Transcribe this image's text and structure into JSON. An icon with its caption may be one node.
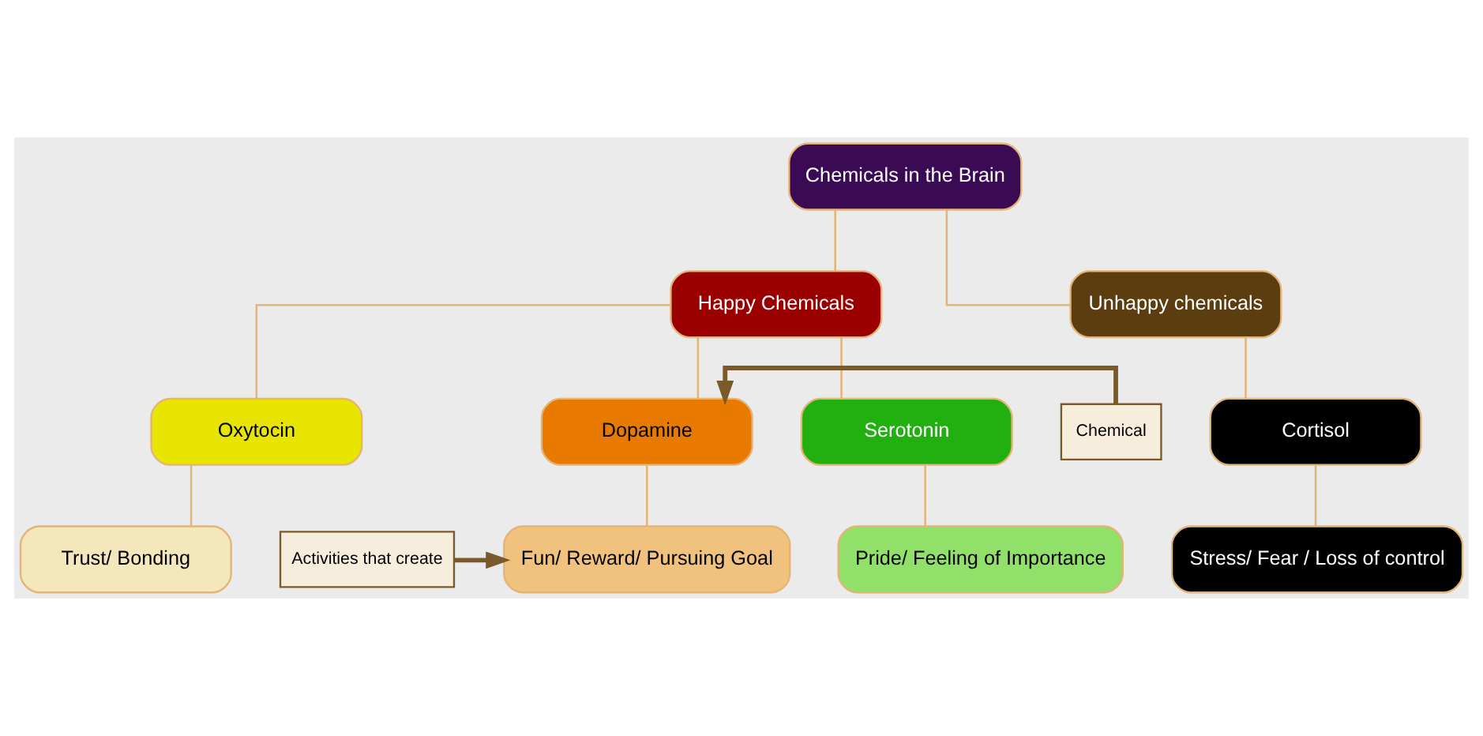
{
  "diagram": {
    "nodes": [
      {
        "text": [
          "Chemicals in the Brain"
        ]
      },
      {
        "text": [
          "Happy Chemicals"
        ]
      },
      {
        "text": [
          "Unhappy chemicals"
        ]
      },
      {
        "text": [
          "Dopamine"
        ]
      },
      {
        "text": [
          "Oxytocin"
        ]
      },
      {
        "text": [
          "Serotonin"
        ]
      },
      {
        "text": [
          "Cortisol"
        ]
      },
      {
        "text": [
          "Fun/ Reward/ Pursuing Goal"
        ]
      },
      {
        "text": [
          "Trust/ Bonding"
        ]
      },
      {
        "text": [
          "Pride/ Feeling of Importance"
        ]
      },
      {
        "text": [
          "Stress/ Fear / Loss of control"
        ]
      },
      {
        "text": [
          "Chemical"
        ]
      },
      {
        "text": [
          "Activities that create"
        ]
      }
    ],
    "edges": [
      {
        "from": 0,
        "to": 1,
        "arrow": "none"
      },
      {
        "from": 0,
        "to": 2,
        "arrow": "none"
      },
      {
        "from": 1,
        "to": 3,
        "arrow": "none"
      },
      {
        "from": 1,
        "to": 4,
        "arrow": "none"
      },
      {
        "from": 1,
        "to": 5,
        "arrow": "none"
      },
      {
        "from": 2,
        "to": 6,
        "arrow": "none"
      },
      {
        "from": 3,
        "to": 7,
        "arrow": "none"
      },
      {
        "from": 4,
        "to": 8,
        "arrow": "none"
      },
      {
        "from": 5,
        "to": 9,
        "arrow": "none"
      },
      {
        "from": 6,
        "to": 10,
        "arrow": "none"
      },
      {
        "from": 11,
        "to": 3,
        "arrow": "to",
        "style": "thick",
        "color": "#7a5a2a"
      },
      {
        "from": 12,
        "to": 7,
        "arrow": "to",
        "style": "thick",
        "color": "#7a5a2a"
      }
    ]
  }
}
